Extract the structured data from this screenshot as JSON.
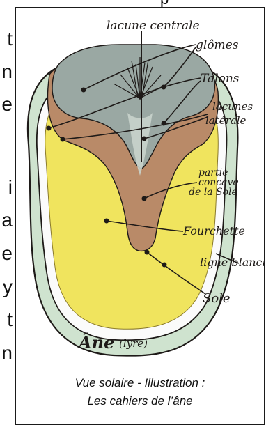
{
  "left_fragments": [
    "t",
    "n",
    "e",
    "i",
    "a",
    "e",
    "y",
    "t",
    "n"
  ],
  "top_fragment": "p",
  "labels": {
    "lacune_centrale": "lacune centrale",
    "glomes": "glômes",
    "talons": "Talons",
    "lacunes_laterale": [
      "lacunes",
      "latérale"
    ],
    "partie_concave": [
      "partie",
      "concave",
      "de la Sole"
    ],
    "fourchette": "Fourchette",
    "ligne_blanche": "ligne blanche",
    "sole": "Sole",
    "ane_lyre": [
      "Âne",
      "(lyre)"
    ]
  },
  "caption": {
    "line1": "Vue solaire  -  Illustration :",
    "line2": "Les cahiers de l’âne"
  },
  "colors": {
    "glomes": "#9aa8a3",
    "talons": "#b98a68",
    "sole": "#f0e45e",
    "white_line": "#fbfbfb",
    "wall": "#cfe3cf",
    "ink": "#1e1a18"
  }
}
